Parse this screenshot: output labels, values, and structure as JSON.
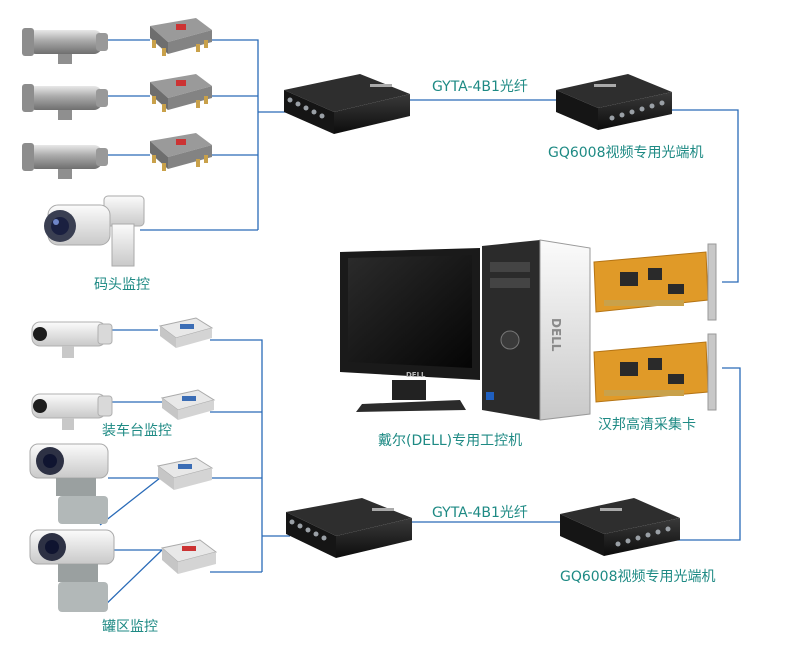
{
  "labels": {
    "fiber_top": "GYTA-4B1光纤",
    "fiber_bottom": "GYTA-4B1光纤",
    "optical_top": "GQ6008视频专用光端机",
    "optical_bottom": "GQ6008视频专用光端机",
    "dock": "码头监控",
    "loading": "装车台监控",
    "tank": "罐区监控",
    "computer": "戴尔(DELL)专用工控机",
    "capture_card": "汉邦高清采集卡"
  },
  "brand_marks": {
    "monitor_logo": "DELL",
    "tower_logo": "DELL"
  },
  "colors": {
    "line": "#2a6bb8",
    "label": "#1e8a84",
    "device_black": "#1c1c1c",
    "card_pcb": "#e09a28",
    "camera_silver": "#b8b8b8"
  }
}
